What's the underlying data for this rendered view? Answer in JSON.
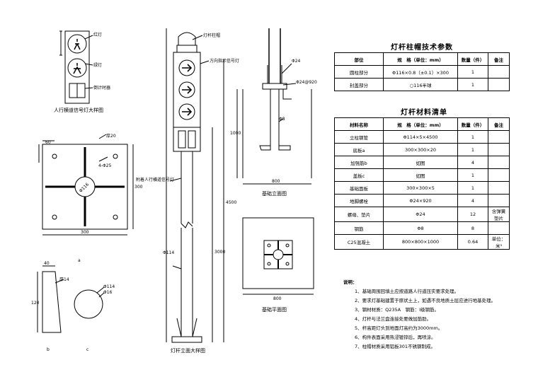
{
  "labels": {
    "red_lamp": "红灯",
    "green_lamp": "绿灯",
    "countdown": "倒计时器",
    "ped_signal_title": "人行横道信号灯大样图",
    "base_plate_dim": "300",
    "gusset_label": "厚20",
    "hole_label": "4-Φ25",
    "hole_pitch": "60",
    "center_hole": "Φ116",
    "cap_label": "灯杆柱帽",
    "direction_lamp": "方向指示信号灯",
    "pedestrian_lamp": "附着人行横道信号灯",
    "pole_dia": "Φ114",
    "pole_height": "4500",
    "pole_lower": "3000",
    "pole_title": "灯杆立面大样图",
    "b_label": "b",
    "c_label": "c",
    "a_label": "a",
    "rib_thick": "厚14",
    "rib_w": "40",
    "rib_h": "120",
    "c_dia": "Φ114",
    "c_dia2": "Φ16",
    "bolt_label": "Φ24",
    "rebar_label": "Φ8",
    "bolt_len": "Φ24@920",
    "found_height": "1000",
    "found_width": "800",
    "found_elev_title": "基础立面图",
    "found_plan_title": "基础平面图",
    "found_plan_dim": "800"
  },
  "cap_table": {
    "title": "灯杆柱帽技术参数",
    "headers": [
      "部位",
      "规　格（单位：mm）",
      "数量（件）",
      "备注"
    ],
    "rows": [
      [
        "圆柱部分",
        "Φ116×0.8（±0.1）×300",
        "1",
        ""
      ],
      [
        "封盖部分",
        "○116半球",
        "1",
        ""
      ]
    ]
  },
  "material_table": {
    "title": "灯杆材料清单",
    "headers": [
      "材料名称",
      "规　格（单位：mm）",
      "数量（件）",
      "备注"
    ],
    "rows": [
      [
        "立柱钢管",
        "Φ114×5×4500",
        "1",
        ""
      ],
      [
        "底板a",
        "300×300×20",
        "1",
        ""
      ],
      [
        "加强筋b",
        "如图",
        "4",
        ""
      ],
      [
        "盖板c",
        "如图",
        "1",
        ""
      ],
      [
        "基础面板",
        "300×300×5",
        "1",
        ""
      ],
      [
        "地脚螺栓",
        "Φ24×920",
        "4",
        ""
      ],
      [
        "螺母、垫片",
        "Φ24",
        "12",
        "含弹簧垫片"
      ],
      [
        "钢筋",
        "Φ8",
        "8",
        ""
      ],
      [
        "C25混凝土",
        "800×800×1000",
        "0.64",
        "单位：米³"
      ]
    ]
  },
  "notes": {
    "heading": "说明：",
    "items": [
      "1、基础周围回填土应按道路人行道压实要求处理。",
      "2、要求灯基础建置于原状土上，如遇不良地质土层应进行地基处理。",
      "3、钢材材质：Q235A　钢筋：I级钢筋。",
      "4、灯杆与法兰盘连接处要做加筋肋。",
      "5、杆高距灯头到地面灯高约为3000mm。",
      "6、构件表面采用热浸镀锌后，再喷涂。",
      "7、柱帽材质采用铝板301不锈钢制成。"
    ]
  }
}
